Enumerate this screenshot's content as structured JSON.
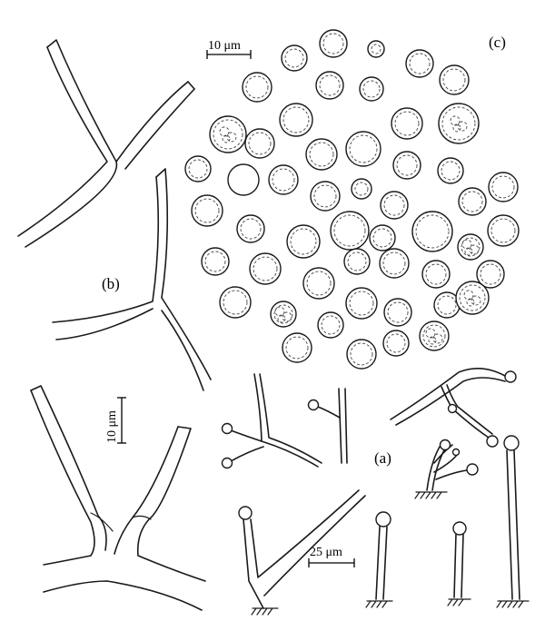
{
  "labels": {
    "panel_a": "(a)",
    "panel_b": "(b)",
    "panel_c": "(c)"
  },
  "scale_bars": {
    "panel_c": "10 μm",
    "panel_b": "10 μm",
    "panel_a": "25 μm"
  },
  "colors": {
    "ink": "#1a1a1a",
    "background": "#ffffff"
  }
}
